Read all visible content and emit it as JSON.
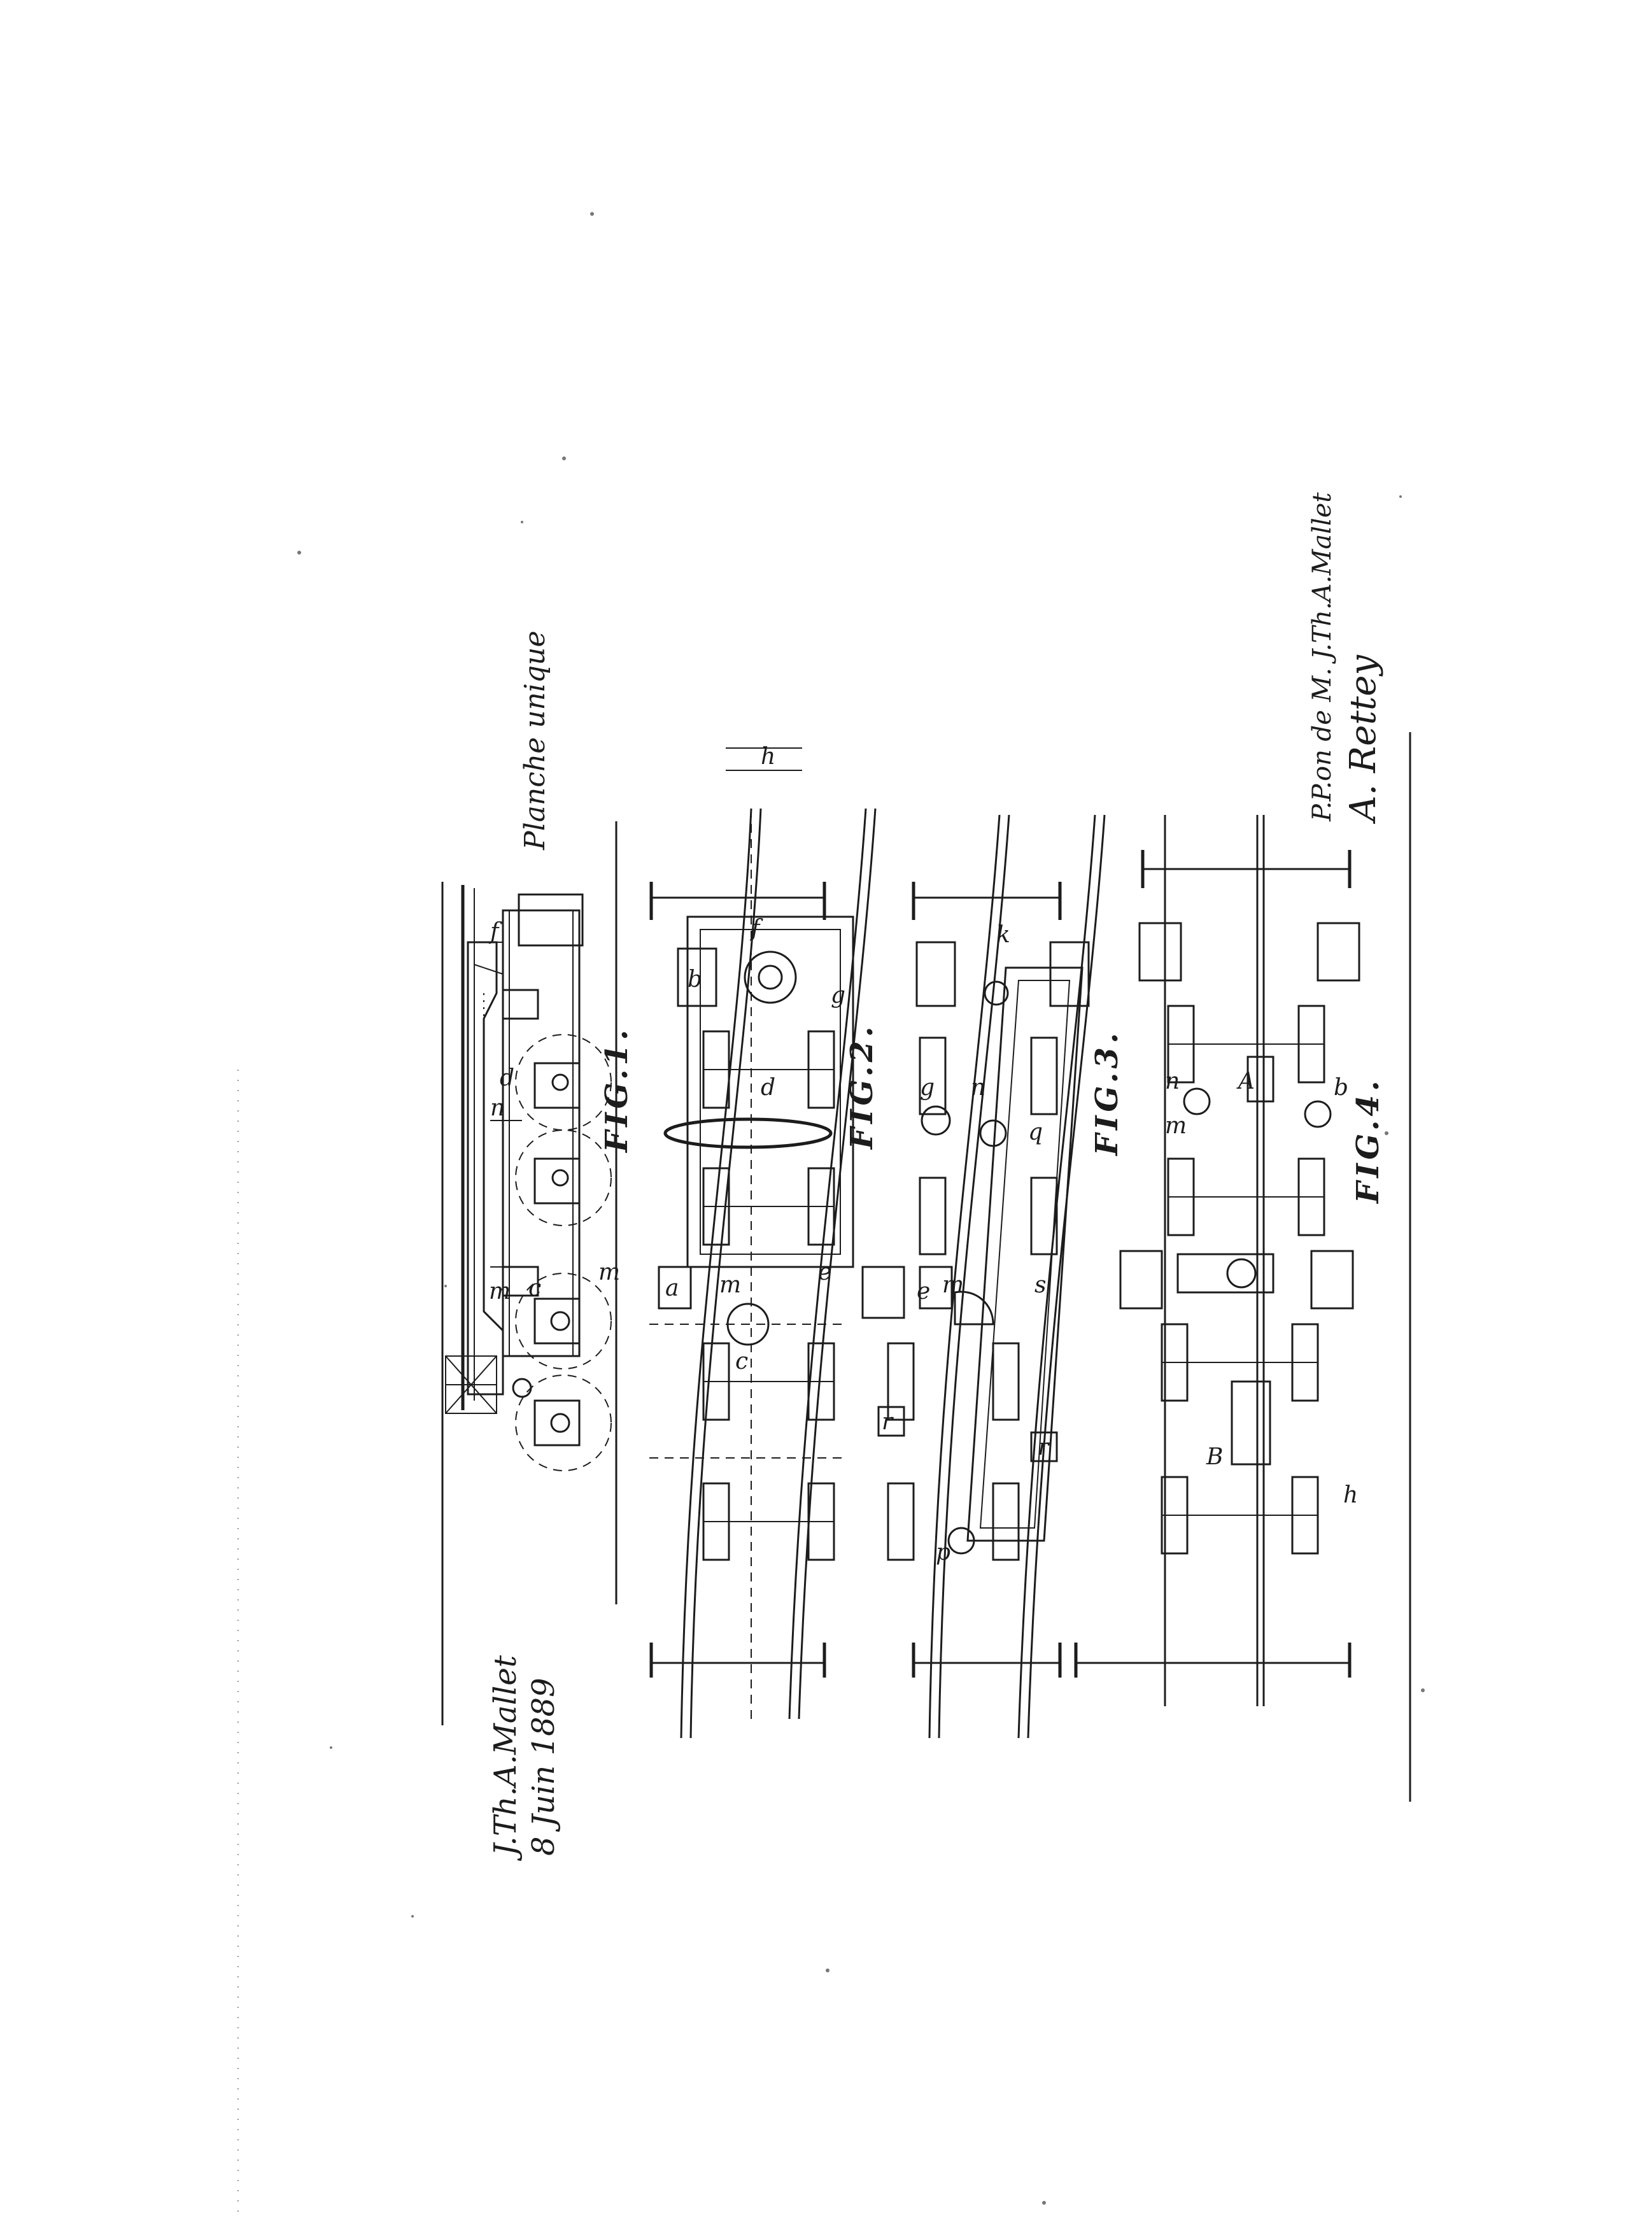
{
  "sheet": {
    "title": "Planche unique",
    "signature_left": {
      "name": "J.Th.A.Mallet",
      "date": "8 Juin 1889"
    },
    "signature_right": {
      "line1": "P.P.on de M. J.Th.A.Mallet",
      "line2": "A. Rettey"
    }
  },
  "figures": [
    {
      "label": "FIG.1."
    },
    {
      "label": "FIG.2."
    },
    {
      "label": "FIG.3."
    },
    {
      "label": "FIG.4."
    }
  ],
  "reference_letters": {
    "side_view": [
      "m",
      "n",
      "d",
      "m",
      "c",
      "f"
    ],
    "fig1": [
      "a",
      "b",
      "c",
      "d",
      "m",
      "m",
      "f",
      "e",
      "g",
      "h"
    ],
    "fig2": [
      "g",
      "m",
      "n",
      "q",
      "r",
      "r",
      "p",
      "s",
      "k",
      "e"
    ],
    "fig3": [
      "n",
      "m",
      "A",
      "B",
      "b",
      "h"
    ]
  }
}
